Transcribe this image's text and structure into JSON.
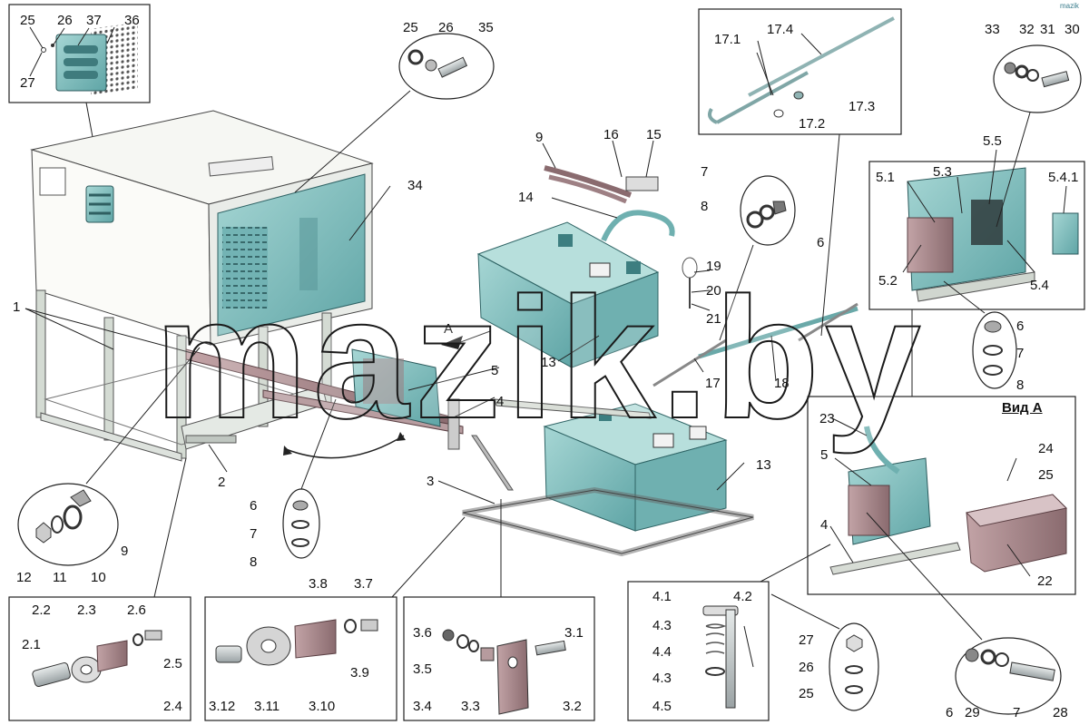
{
  "watermark": "mazik.by",
  "corner_mark": "mazik",
  "view_a_title": "Вид А",
  "labels": {
    "l25a": "25",
    "l26a": "26",
    "l37": "37",
    "l36": "36",
    "l27a": "27",
    "l25b": "25",
    "l26b": "26",
    "l35": "35",
    "l34": "34",
    "l9a": "9",
    "l16": "16",
    "l15": "15",
    "l14": "14",
    "l17_1": "17.1",
    "l17_4": "17.4",
    "l17_3": "17.3",
    "l17_2": "17.2",
    "l33": "33",
    "l32": "32",
    "l31": "31",
    "l30": "30",
    "l7a": "7",
    "l8a": "8",
    "l6a": "6",
    "l5_5": "5.5",
    "l5_1": "5.1",
    "l5_3": "5.3",
    "l5_4_1": "5.4.1",
    "l5_2": "5.2",
    "l5_4": "5.4",
    "l19": "19",
    "l20": "20",
    "l21": "21",
    "l1": "1",
    "lA": "А",
    "l5a": "5",
    "l4a": "4",
    "l13a": "13",
    "l17": "17",
    "l18": "18",
    "l6b": "6",
    "l7b": "7",
    "l8b": "8",
    "l2": "2",
    "l3": "3",
    "l13b": "13",
    "l6c": "6",
    "l7c": "7",
    "l8c": "8",
    "l9b": "9",
    "l12": "12",
    "l11": "11",
    "l10": "10",
    "l23": "23",
    "l5b": "5",
    "l24": "24",
    "l25c": "25",
    "l4b": "4",
    "l22": "22",
    "l2_2": "2.2",
    "l2_3": "2.3",
    "l2_6": "2.6",
    "l2_1": "2.1",
    "l2_5": "2.5",
    "l2_4": "2.4",
    "l3_8": "3.8",
    "l3_7": "3.7",
    "l3_9": "3.9",
    "l3_12": "3.12",
    "l3_11": "3.11",
    "l3_10": "3.10",
    "l3_6": "3.6",
    "l3_5": "3.5",
    "l3_4": "3.4",
    "l3_3": "3.3",
    "l3_1": "3.1",
    "l3_2": "3.2",
    "l4_1": "4.1",
    "l4_2": "4.2",
    "l4_3a": "4.3",
    "l4_4": "4.4",
    "l4_3b": "4.3",
    "l4_5": "4.5",
    "l27b": "27",
    "l26c": "26",
    "l25d": "25",
    "l6d": "6",
    "l29": "29",
    "l7d": "7",
    "l28": "28"
  },
  "colors": {
    "teal": "#79bdbd",
    "teal_dark": "#4f9a9c",
    "teal_light": "#a9d8d6",
    "mauve": "#a98a8e",
    "mauve_dark": "#7d5f63",
    "frame": "#cfd6cf",
    "steel": "#b8bec0"
  }
}
